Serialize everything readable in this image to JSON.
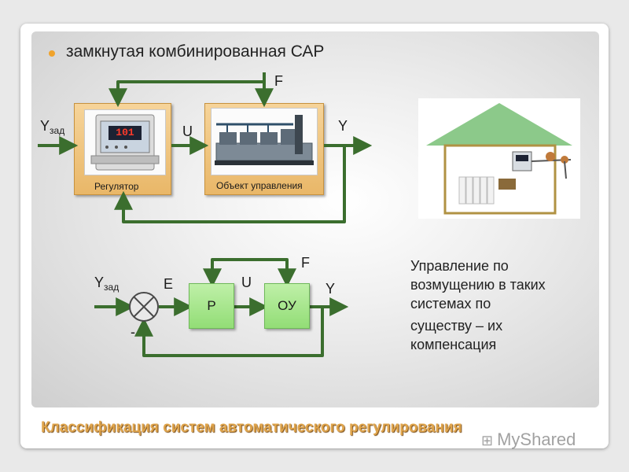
{
  "slide": {
    "heading": "замкнутая комбинированная САР",
    "footer": "Классификация систем автоматического регулирования",
    "watermark": "MyShared"
  },
  "top_diagram": {
    "input_label": "Y",
    "input_sub": "зад",
    "control_label": "U",
    "disturbance_label": "F",
    "output_label": "Y",
    "regulator_caption": "Регулятор",
    "object_caption": "Объект управления",
    "display_reading": "101"
  },
  "bottom_diagram": {
    "input_label": "Y",
    "input_sub": "зад",
    "error_label": "E",
    "control_label": "U",
    "disturbance_label": "F",
    "output_label": "Y",
    "minus_sign": "-",
    "regulator_block": "Р",
    "object_block": "ОУ"
  },
  "description": {
    "line1": "Управление по",
    "line2": "возмущению в таких",
    "line3": "системах по",
    "line4": "существу – их",
    "line5": "компенсация"
  },
  "colors": {
    "arrow": "#3b6e2e",
    "bullet": "#f0a32c",
    "footer": "#e0a54c",
    "roof": "#8cc98a",
    "house_wall": "#b09243"
  }
}
